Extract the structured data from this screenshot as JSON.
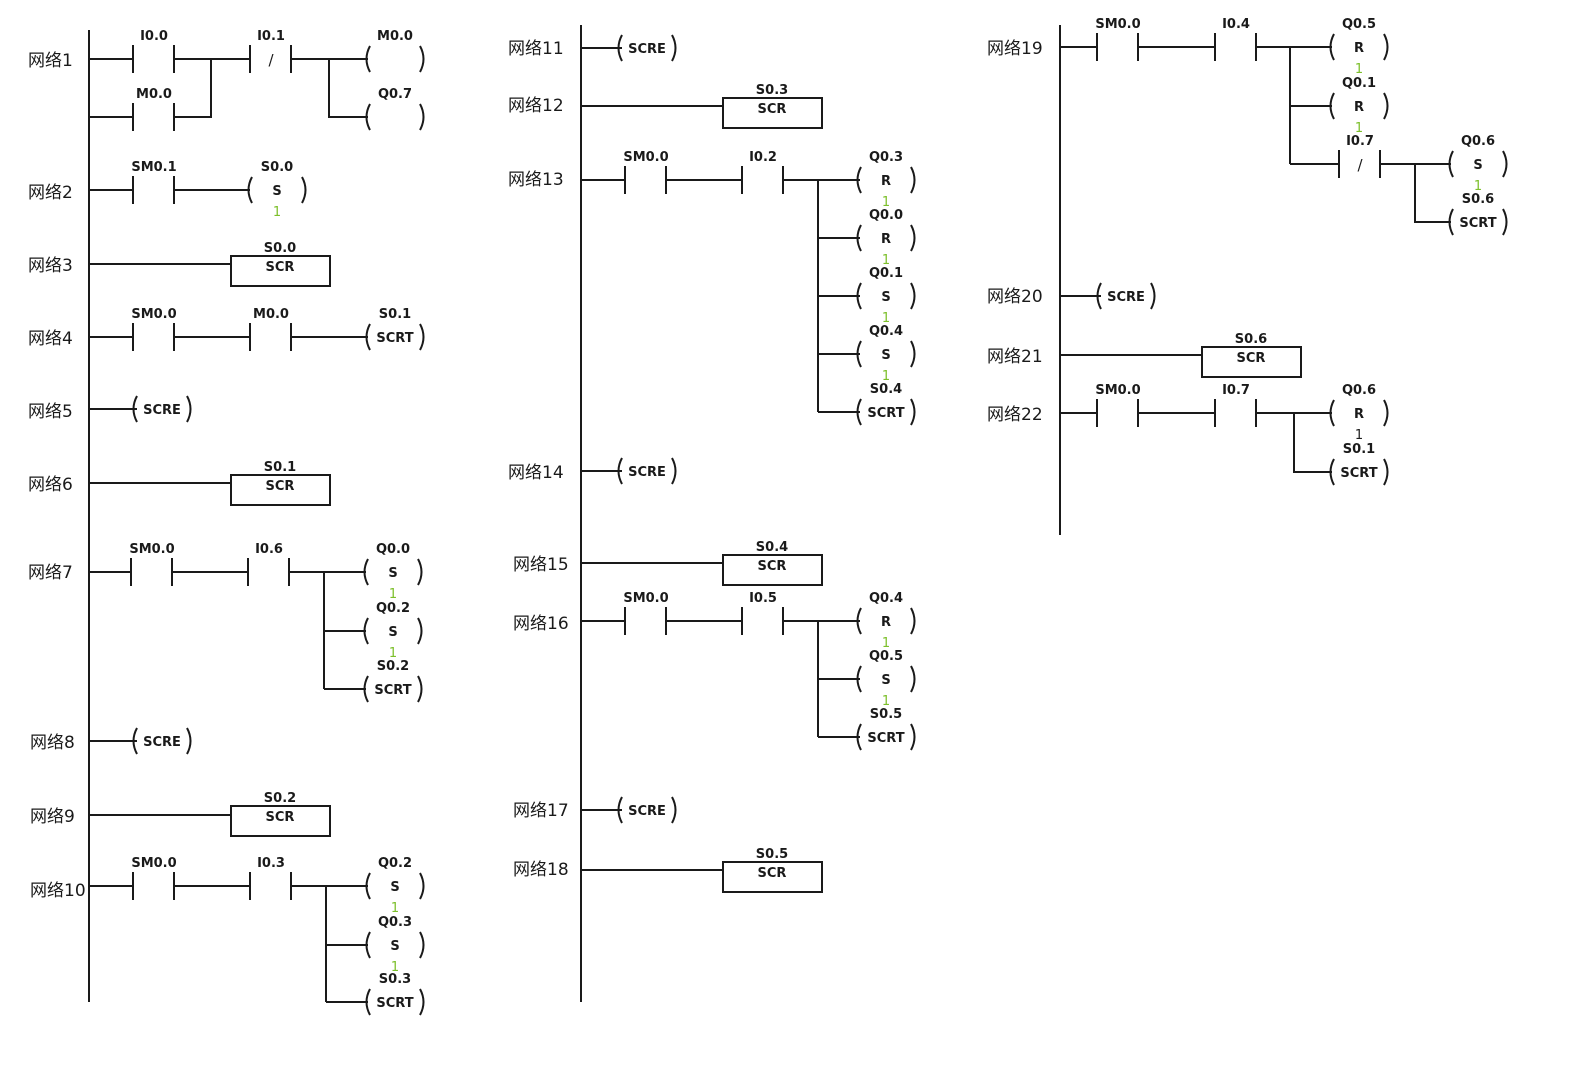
{
  "networks": [
    {
      "label": "网络1",
      "items": [
        {
          "type": "contact",
          "op": "I0.0",
          "nc": false
        },
        {
          "type": "contact",
          "op": "M0.0",
          "nc": false
        },
        {
          "type": "contact",
          "op": "I0.1",
          "nc": true
        },
        {
          "type": "coil",
          "op": "M0.0",
          "text": ""
        },
        {
          "type": "coil",
          "op": "Q0.7",
          "text": ""
        }
      ]
    },
    {
      "label": "网络2",
      "items": [
        {
          "type": "contact",
          "op": "SM0.1",
          "nc": false
        },
        {
          "type": "coil",
          "op": "S0.0",
          "text": "S",
          "num": "1",
          "num_color": "green"
        }
      ]
    },
    {
      "label": "网络3",
      "items": [
        {
          "type": "box",
          "op": "S0.0",
          "text": "SCR"
        }
      ]
    },
    {
      "label": "网络4",
      "items": [
        {
          "type": "contact",
          "op": "SM0.0",
          "nc": false
        },
        {
          "type": "contact",
          "op": "M0.0",
          "nc": false
        },
        {
          "type": "coil",
          "op": "S0.1",
          "text": "SCRT"
        }
      ]
    },
    {
      "label": "网络5",
      "items": [
        {
          "type": "coil",
          "op": "",
          "text": "SCRE"
        }
      ]
    },
    {
      "label": "网络6",
      "items": [
        {
          "type": "box",
          "op": "S0.1",
          "text": "SCR"
        }
      ]
    },
    {
      "label": "网络7",
      "items": [
        {
          "type": "contact",
          "op": "SM0.0",
          "nc": false
        },
        {
          "type": "contact",
          "op": "I0.6",
          "nc": false
        },
        {
          "type": "coil",
          "op": "Q0.0",
          "text": "S",
          "num": "1",
          "num_color": "green"
        },
        {
          "type": "coil",
          "op": "Q0.2",
          "text": "S",
          "num": "1",
          "num_color": "green"
        },
        {
          "type": "coil",
          "op": "S0.2",
          "text": "SCRT"
        }
      ]
    },
    {
      "label": "网络8",
      "items": [
        {
          "type": "coil",
          "op": "",
          "text": "SCRE"
        }
      ]
    },
    {
      "label": "网络9",
      "items": [
        {
          "type": "box",
          "op": "S0.2",
          "text": "SCR"
        }
      ]
    },
    {
      "label": "网络10",
      "items": [
        {
          "type": "contact",
          "op": "SM0.0",
          "nc": false
        },
        {
          "type": "contact",
          "op": "I0.3",
          "nc": false
        },
        {
          "type": "coil",
          "op": "Q0.2",
          "text": "S",
          "num": "1",
          "num_color": "green"
        },
        {
          "type": "coil",
          "op": "Q0.3",
          "text": "S",
          "num": "1",
          "num_color": "green"
        },
        {
          "type": "coil",
          "op": "S0.3",
          "text": "SCRT"
        }
      ]
    },
    {
      "label": "网络11",
      "items": [
        {
          "type": "coil",
          "op": "",
          "text": "SCRE"
        }
      ]
    },
    {
      "label": "网络12",
      "items": [
        {
          "type": "box",
          "op": "S0.3",
          "text": "SCR"
        }
      ]
    },
    {
      "label": "网络13",
      "items": [
        {
          "type": "contact",
          "op": "SM0.0",
          "nc": false
        },
        {
          "type": "contact",
          "op": "I0.2",
          "nc": false
        },
        {
          "type": "coil",
          "op": "Q0.3",
          "text": "R",
          "num": "1",
          "num_color": "green"
        },
        {
          "type": "coil",
          "op": "Q0.0",
          "text": "R",
          "num": "1",
          "num_color": "green"
        },
        {
          "type": "coil",
          "op": "Q0.1",
          "text": "S",
          "num": "1",
          "num_color": "green"
        },
        {
          "type": "coil",
          "op": "Q0.4",
          "text": "S",
          "num": "1",
          "num_color": "green"
        },
        {
          "type": "coil",
          "op": "S0.4",
          "text": "SCRT"
        }
      ]
    },
    {
      "label": "网络14",
      "items": [
        {
          "type": "coil",
          "op": "",
          "text": "SCRE"
        }
      ]
    },
    {
      "label": "网络15",
      "items": [
        {
          "type": "box",
          "op": "S0.4",
          "text": "SCR"
        }
      ]
    },
    {
      "label": "网络16",
      "items": [
        {
          "type": "contact",
          "op": "SM0.0",
          "nc": false
        },
        {
          "type": "contact",
          "op": "I0.5",
          "nc": false
        },
        {
          "type": "coil",
          "op": "Q0.4",
          "text": "R",
          "num": "1",
          "num_color": "green"
        },
        {
          "type": "coil",
          "op": "Q0.5",
          "text": "S",
          "num": "1",
          "num_color": "green"
        },
        {
          "type": "coil",
          "op": "S0.5",
          "text": "SCRT"
        }
      ]
    },
    {
      "label": "网络17",
      "items": [
        {
          "type": "coil",
          "op": "",
          "text": "SCRE"
        }
      ]
    },
    {
      "label": "网络18",
      "items": [
        {
          "type": "box",
          "op": "S0.5",
          "text": "SCR"
        }
      ]
    },
    {
      "label": "网络19",
      "items": [
        {
          "type": "contact",
          "op": "SM0.0",
          "nc": false
        },
        {
          "type": "contact",
          "op": "I0.4",
          "nc": false
        },
        {
          "type": "coil",
          "op": "Q0.5",
          "text": "R",
          "num": "1",
          "num_color": "green"
        },
        {
          "type": "coil",
          "op": "Q0.1",
          "text": "R",
          "num": "1",
          "num_color": "green"
        },
        {
          "type": "contact",
          "op": "I0.7",
          "nc": true
        },
        {
          "type": "coil",
          "op": "Q0.6",
          "text": "S",
          "num": "1",
          "num_color": "green"
        },
        {
          "type": "coil",
          "op": "S0.6",
          "text": "SCRT"
        }
      ]
    },
    {
      "label": "网络20",
      "items": [
        {
          "type": "coil",
          "op": "",
          "text": "SCRE"
        }
      ]
    },
    {
      "label": "网络21",
      "items": [
        {
          "type": "box",
          "op": "S0.6",
          "text": "SCR"
        }
      ]
    },
    {
      "label": "网络22",
      "items": [
        {
          "type": "contact",
          "op": "SM0.0",
          "nc": false
        },
        {
          "type": "contact",
          "op": "I0.7",
          "nc": false
        },
        {
          "type": "coil",
          "op": "Q0.6",
          "text": "R",
          "num": "1",
          "num_color": "black"
        },
        {
          "type": "coil",
          "op": "S0.1",
          "text": "SCRT"
        }
      ]
    }
  ],
  "colors": {
    "line": "#1a1a1a",
    "count_green": "#7cbf2a",
    "background": "#ffffff"
  }
}
